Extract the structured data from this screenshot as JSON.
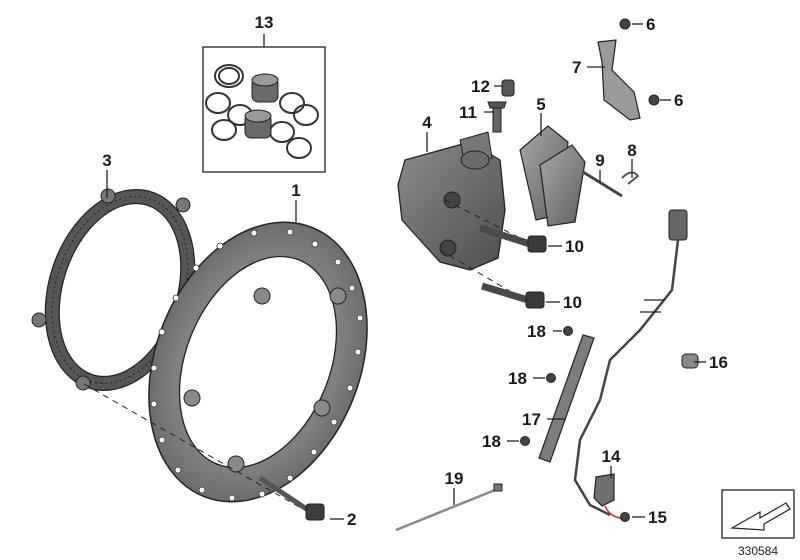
{
  "callouts": {
    "p1": "1",
    "p2": "2",
    "p3": "3",
    "p4": "4",
    "p5": "5",
    "p6a": "6",
    "p6b": "6",
    "p7": "7",
    "p8": "8",
    "p9": "9",
    "p10a": "10",
    "p10b": "10",
    "p11": "11",
    "p12": "12",
    "p13": "13",
    "p14": "14",
    "p15": "15",
    "p16": "16",
    "p17": "17",
    "p18a": "18",
    "p18b": "18",
    "p18c": "18",
    "p19": "19"
  },
  "reference_number": "330584",
  "colors": {
    "line": "#222222",
    "metal_dark": "#5a5a5a",
    "metal_mid": "#8a8a8a",
    "metal_light": "#b5b5b5"
  },
  "icons": {
    "corner_symbol": "arrow-down-left-icon"
  }
}
